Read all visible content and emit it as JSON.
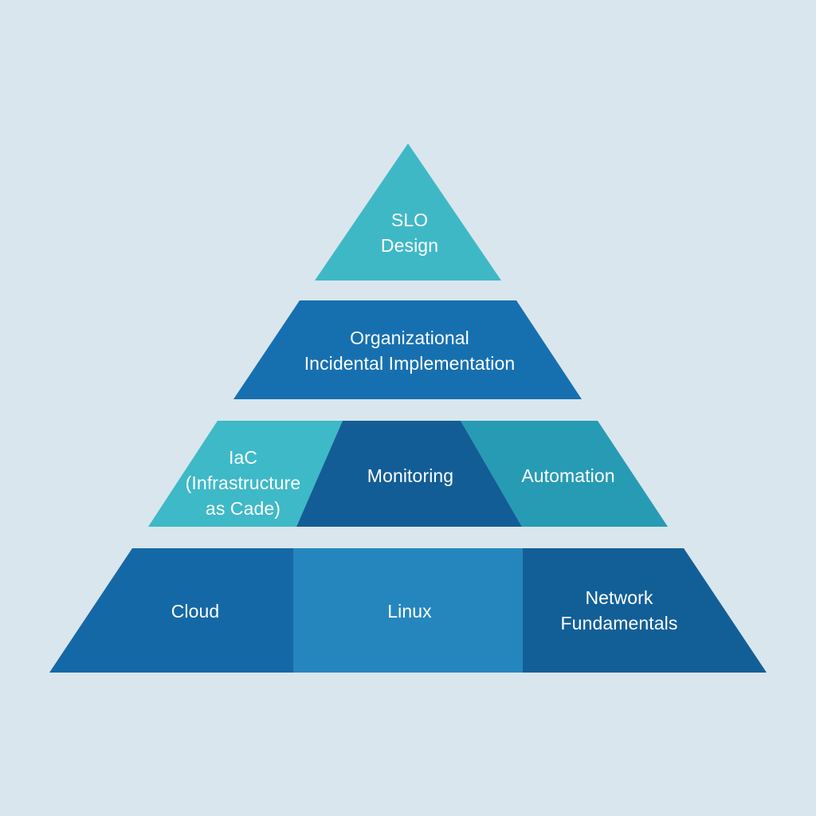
{
  "diagram": {
    "type": "pyramid",
    "levels": [
      {
        "blocks": [
          {
            "label": "SLO\nDesign",
            "color": "#3fb8c6"
          }
        ]
      },
      {
        "blocks": [
          {
            "label": "Organizational\nIncidental Implementation",
            "color": "#1670b0"
          }
        ]
      },
      {
        "blocks": [
          {
            "label": "IaC\n(Infrastructure\nas Cade)",
            "color": "#3eb9c7"
          },
          {
            "label": "Monitoring",
            "color": "#135d97"
          },
          {
            "label": "Automation",
            "color": "#279bb4"
          }
        ]
      },
      {
        "blocks": [
          {
            "label": "Cloud",
            "color": "#1568a6"
          },
          {
            "label": "Linux",
            "color": "#2586be"
          },
          {
            "label": "Network\nFundamentals",
            "color": "#125f98"
          }
        ]
      }
    ]
  },
  "colors": {
    "background": "#d9e6ed",
    "text": "#ffffff"
  }
}
